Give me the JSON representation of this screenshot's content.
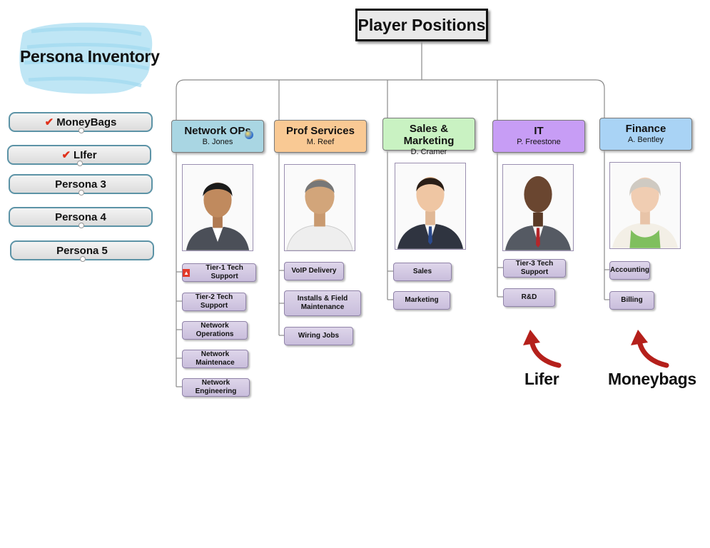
{
  "inventory": {
    "title": "Persona Inventory",
    "personas": [
      {
        "label": "MoneyBags",
        "checked": true
      },
      {
        "label": "LIfer",
        "checked": true
      },
      {
        "label": "Persona 3",
        "checked": false
      },
      {
        "label": "Persona 4",
        "checked": false
      },
      {
        "label": "Persona 5",
        "checked": false
      }
    ],
    "check_glyph": "✔",
    "check_color": "#e0321c"
  },
  "chart": {
    "root": "Player Positions",
    "departments": [
      {
        "name": "Network OPs",
        "person": "B. Jones",
        "color": "#a9d6e3",
        "tasks": [
          "Tier-1 Tech Support",
          "Tier-2 Tech Support",
          "Network Operations",
          "Network Maintenace",
          "Network Engineering"
        ]
      },
      {
        "name": "Prof Services",
        "person": "M. Reef",
        "color": "#f9c994",
        "tasks": [
          "VoIP Delivery",
          "Installs & Field Maintenance",
          "Wiring Jobs"
        ]
      },
      {
        "name": "Sales & Marketing",
        "person": "D. Cramer",
        "color": "#c9f2c2",
        "tasks": [
          "Sales",
          "Marketing"
        ]
      },
      {
        "name": "IT",
        "person": "P. Freestone",
        "color": "#c79df5",
        "tasks": [
          "Tier-3 Tech Support",
          "R&D"
        ]
      },
      {
        "name": "Finance",
        "person": "A. Bentley",
        "color": "#a9d3f5",
        "tasks": [
          "Accounting",
          "Billing"
        ]
      }
    ]
  },
  "callouts": {
    "it": "Lifer",
    "finance": "Moneybags",
    "arrow_color": "#b5201b"
  }
}
